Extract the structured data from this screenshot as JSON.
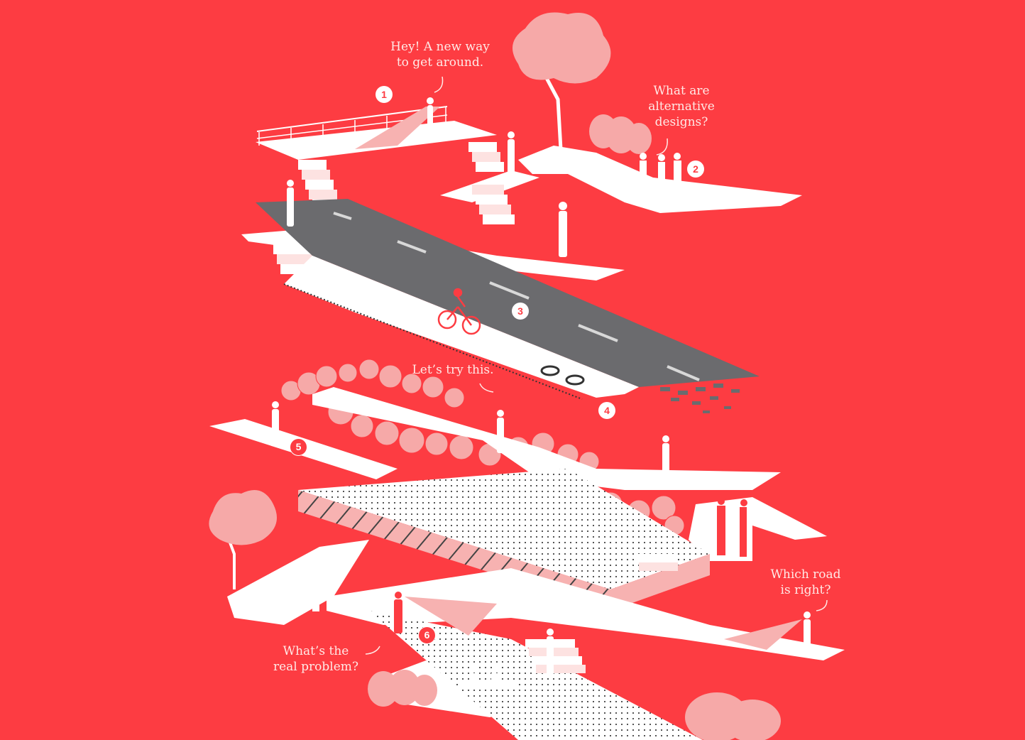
{
  "colors": {
    "background": "#fd3c42",
    "platform": "#ffffff",
    "road": "#6b6b6e",
    "foliage": "#f6a9a8",
    "shadow": "#f7b2b1",
    "label_text": "#ffe9e6"
  },
  "speech_bubbles": [
    {
      "id": "new-way",
      "text": "Hey! A new way\nto get around."
    },
    {
      "id": "alternatives",
      "text": "What are\nalternative\ndesigns?"
    },
    {
      "id": "try-this",
      "text": "Let’s try this."
    },
    {
      "id": "which-road",
      "text": "Which road\nis right?"
    },
    {
      "id": "real-problem",
      "text": "What’s the\nreal problem?"
    }
  ],
  "markers": [
    {
      "number": "1"
    },
    {
      "number": "2"
    },
    {
      "number": "3"
    },
    {
      "number": "4"
    },
    {
      "number": "5"
    },
    {
      "number": "6"
    }
  ]
}
